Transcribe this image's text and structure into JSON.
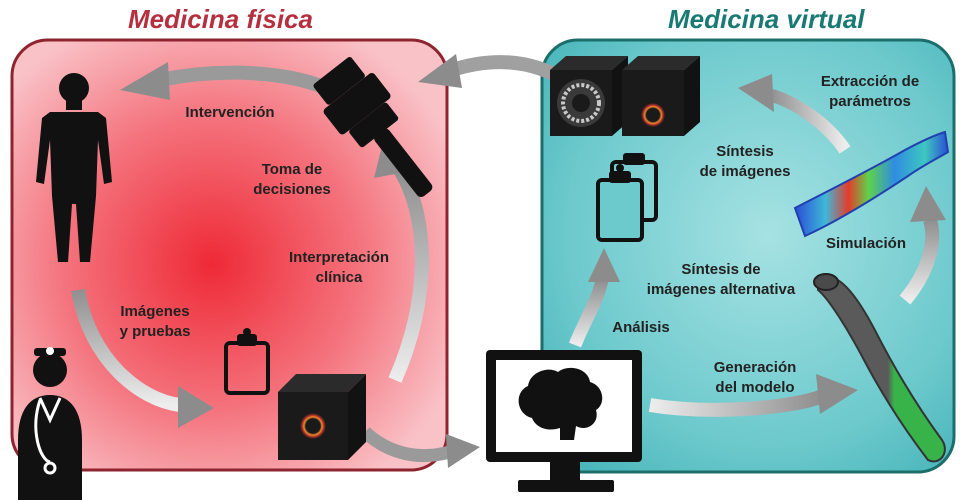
{
  "colors": {
    "physical": "#b5303f",
    "virtual": "#197a74",
    "arrow": "#8c8c8c"
  },
  "titles": {
    "physical": "Medicina física",
    "virtual": "Medicina virtual"
  },
  "labels": {
    "intervention": "Intervención",
    "decision": "Toma de\ndecisiones",
    "interpretation": "Interpretación\nclínica",
    "imaging": "Imágenes\ny pruebas",
    "parameter_extraction": "Extracción de\nparámetros",
    "image_synthesis": "Síntesis\nde imágenes",
    "simulation": "Simulación",
    "alt_image_synthesis": "Síntesis de\nimágenes alternativa",
    "analysis": "Análisis",
    "model_generation": "Generación\ndel modelo"
  },
  "icons": [
    "human-body-icon",
    "doctor-icon",
    "gavel-icon",
    "clipboard-icon",
    "scanner-box-icon",
    "monitor-brain-icon",
    "image-stack-icon",
    "vessel-model-icon",
    "vessel-heatmap-icon"
  ]
}
